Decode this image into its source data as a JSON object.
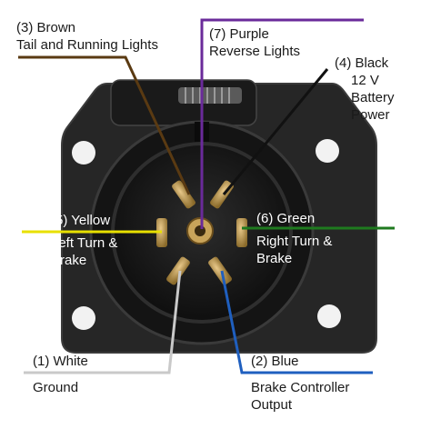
{
  "pins": [
    {
      "id": "brown",
      "number_color": "(3) Brown",
      "function": [
        "Tail and Running Lights"
      ],
      "wire_color": "#5a3a12"
    },
    {
      "id": "purple",
      "number_color": "(7) Purple",
      "function": [
        "Reverse Lights"
      ],
      "wire_color": "#6a2a9a"
    },
    {
      "id": "black",
      "number_color": "(4) Black",
      "function": [
        "12 V",
        "Battery",
        "Power"
      ],
      "wire_color": "#111111"
    },
    {
      "id": "yellow",
      "number_color": "(5) Yellow",
      "function": [
        "Left Turn &",
        "Brake"
      ],
      "wire_color": "#e8e000"
    },
    {
      "id": "green",
      "number_color": "(6) Green",
      "function": [
        "Right Turn &",
        "Brake"
      ],
      "wire_color": "#1f7a1f"
    },
    {
      "id": "white",
      "number_color": "(1) White",
      "function": [
        "Ground"
      ],
      "wire_color": "#c9c9c9"
    },
    {
      "id": "blue",
      "number_color": "(2) Blue",
      "function": [
        "Brake Controller",
        "Output"
      ],
      "wire_color": "#1f5fbf"
    }
  ]
}
